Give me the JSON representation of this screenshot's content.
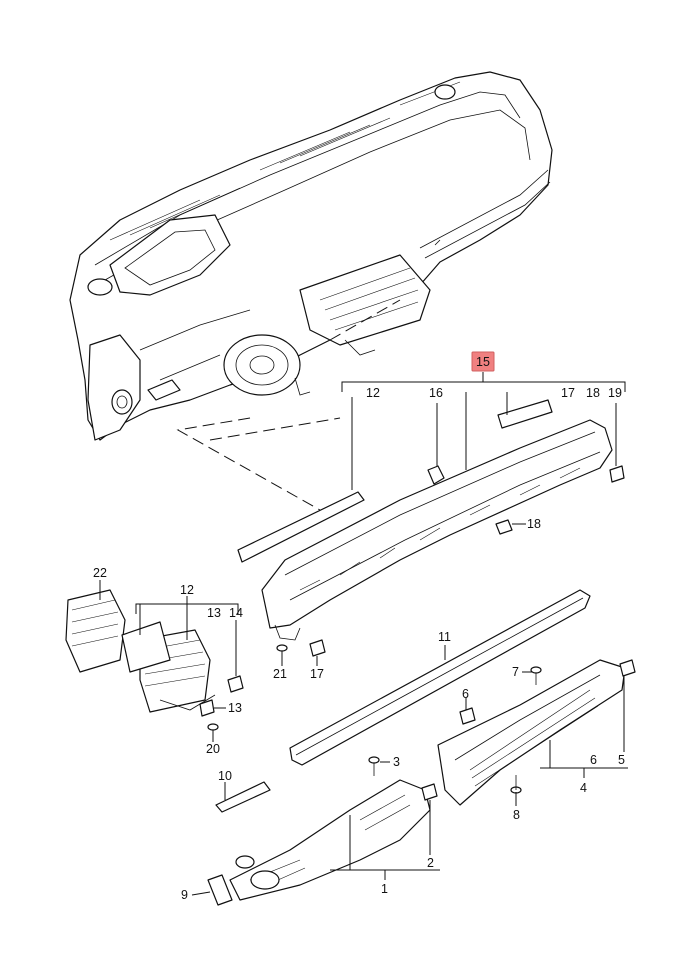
{
  "highlight_color": "#f08080",
  "labels": {
    "p1": "1",
    "p2": "2",
    "p3": "3",
    "p4": "4",
    "p5": "5",
    "p6a": "6",
    "p6b": "6",
    "p7": "7",
    "p8": "8",
    "p9": "9",
    "p10": "10",
    "p11": "11",
    "p12a": "12",
    "p12b": "12",
    "p13a": "13",
    "p13b": "13",
    "p14": "14",
    "p15": "15",
    "p16": "16",
    "p17a": "17",
    "p17b": "17",
    "p18a": "18",
    "p18b": "18",
    "p19": "19",
    "p20": "20",
    "p21": "21",
    "p22": "22"
  }
}
